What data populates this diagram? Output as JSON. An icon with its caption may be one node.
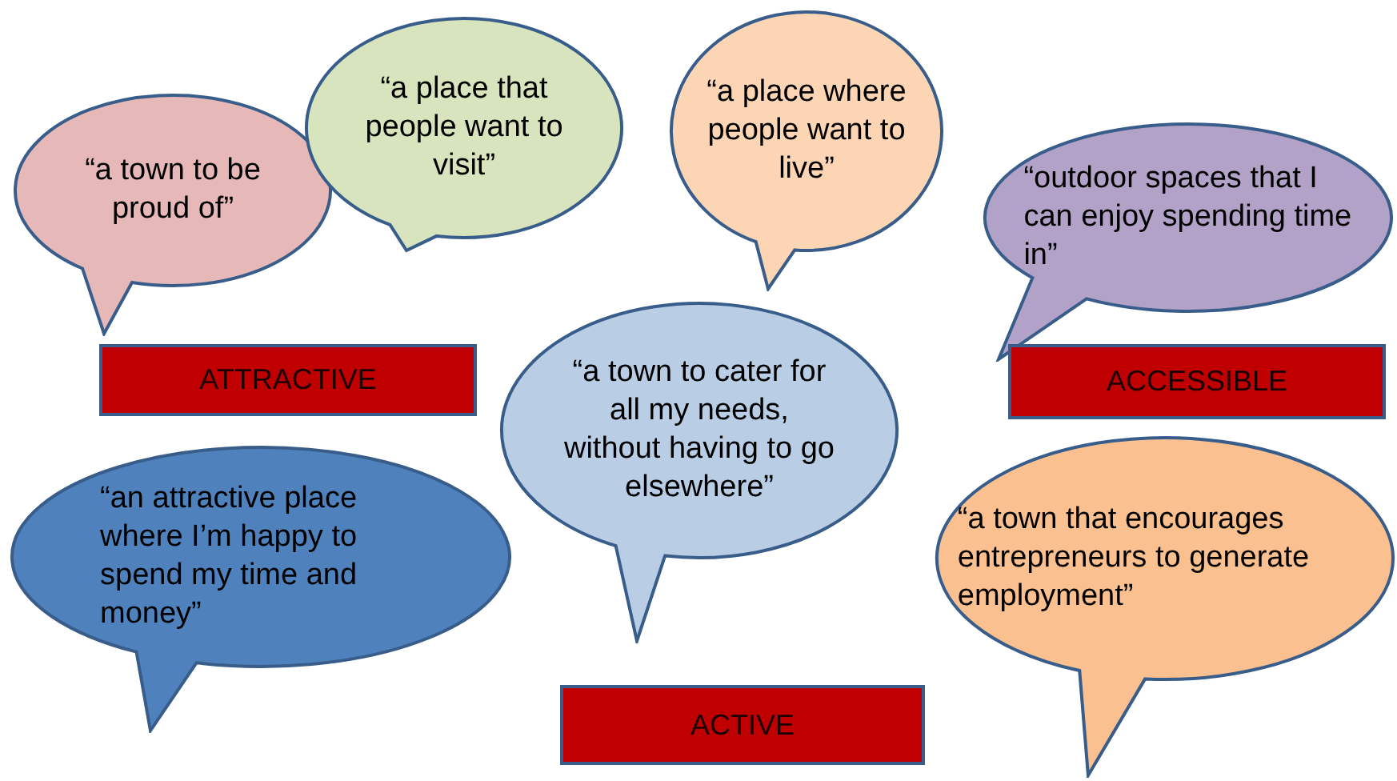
{
  "diagram": {
    "nodes": [
      {
        "text": [
          "“a town to be proud of”"
        ]
      },
      {
        "text": [
          "“a place that people want to visit”"
        ]
      },
      {
        "text": [
          "“a place where people want to live”"
        ]
      },
      {
        "text": [
          "“outdoor spaces that I can enjoy spending time in”"
        ]
      },
      {
        "text": [
          "ATTRACTIVE"
        ]
      },
      {
        "text": [
          "ACCESSIBLE"
        ]
      },
      {
        "text": [
          "“a town to cater for all my needs, without having to go elsewhere”"
        ]
      },
      {
        "text": [
          "“an attractive place where I’m happy to spend my time and money”"
        ]
      },
      {
        "text": [
          "“a town that encourages entrepreneurs to generate employment”"
        ]
      },
      {
        "text": [
          "ACTIVE"
        ]
      }
    ],
    "edges": []
  }
}
